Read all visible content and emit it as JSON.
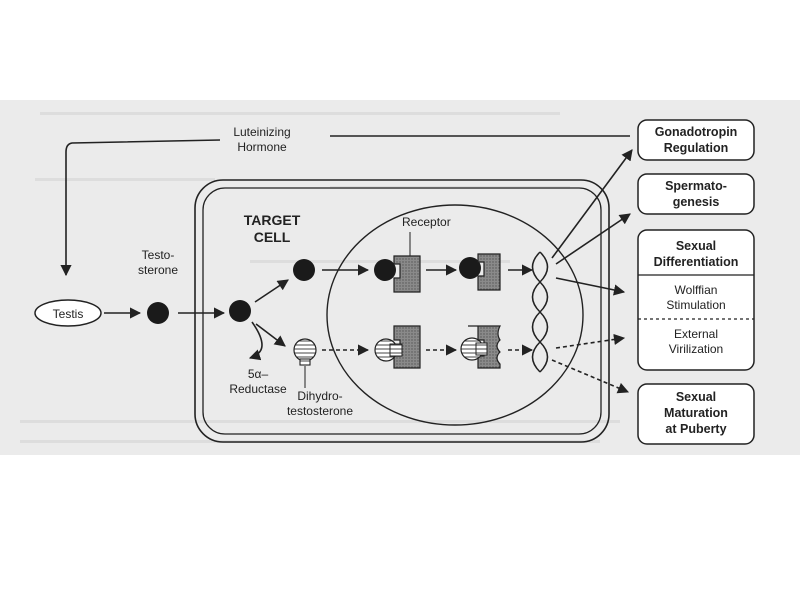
{
  "diagram": {
    "hormone_label": [
      "Luteinizing",
      "Hormone"
    ],
    "testis_label": "Testis",
    "testosterone_label": [
      "Testo-",
      "sterone"
    ],
    "target_cell_label": [
      "TARGET",
      "CELL"
    ],
    "receptor_label": "Receptor",
    "reductase_label": [
      "5α–",
      "Reductase"
    ],
    "dht_label": [
      "Dihydro-",
      "testosterone"
    ],
    "outcomes": {
      "gonadotropin": [
        "Gonadotropin",
        "Regulation"
      ],
      "spermatogenesis": [
        "Spermato-",
        "genesis"
      ],
      "sexual_differentiation": {
        "title": [
          "Sexual",
          "Differentiation"
        ],
        "wolffian": [
          "Wolffian",
          "Stimulation"
        ],
        "external": [
          "External",
          "Virilization"
        ]
      },
      "puberty": [
        "Sexual",
        "Maturation",
        "at Puberty"
      ]
    }
  }
}
